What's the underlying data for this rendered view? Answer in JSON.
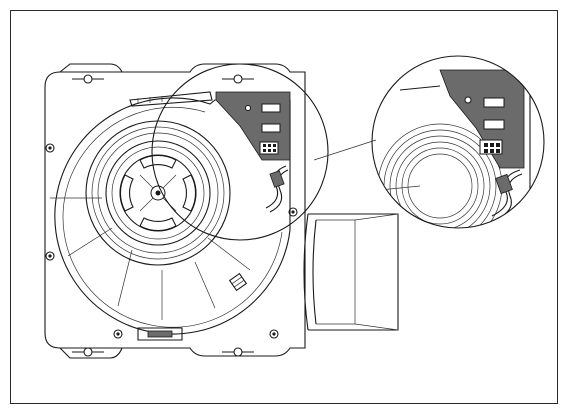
{
  "figure": {
    "colors": {
      "line": "#1a1a1a",
      "board": "#6b6b6b",
      "background": "#ffffff"
    },
    "parts": [
      "fan-housing",
      "impeller",
      "motor-hub",
      "pcb-board",
      "connector",
      "wire-harness",
      "outlet-spigot",
      "mounting-hole",
      "detail-magnifier"
    ]
  }
}
